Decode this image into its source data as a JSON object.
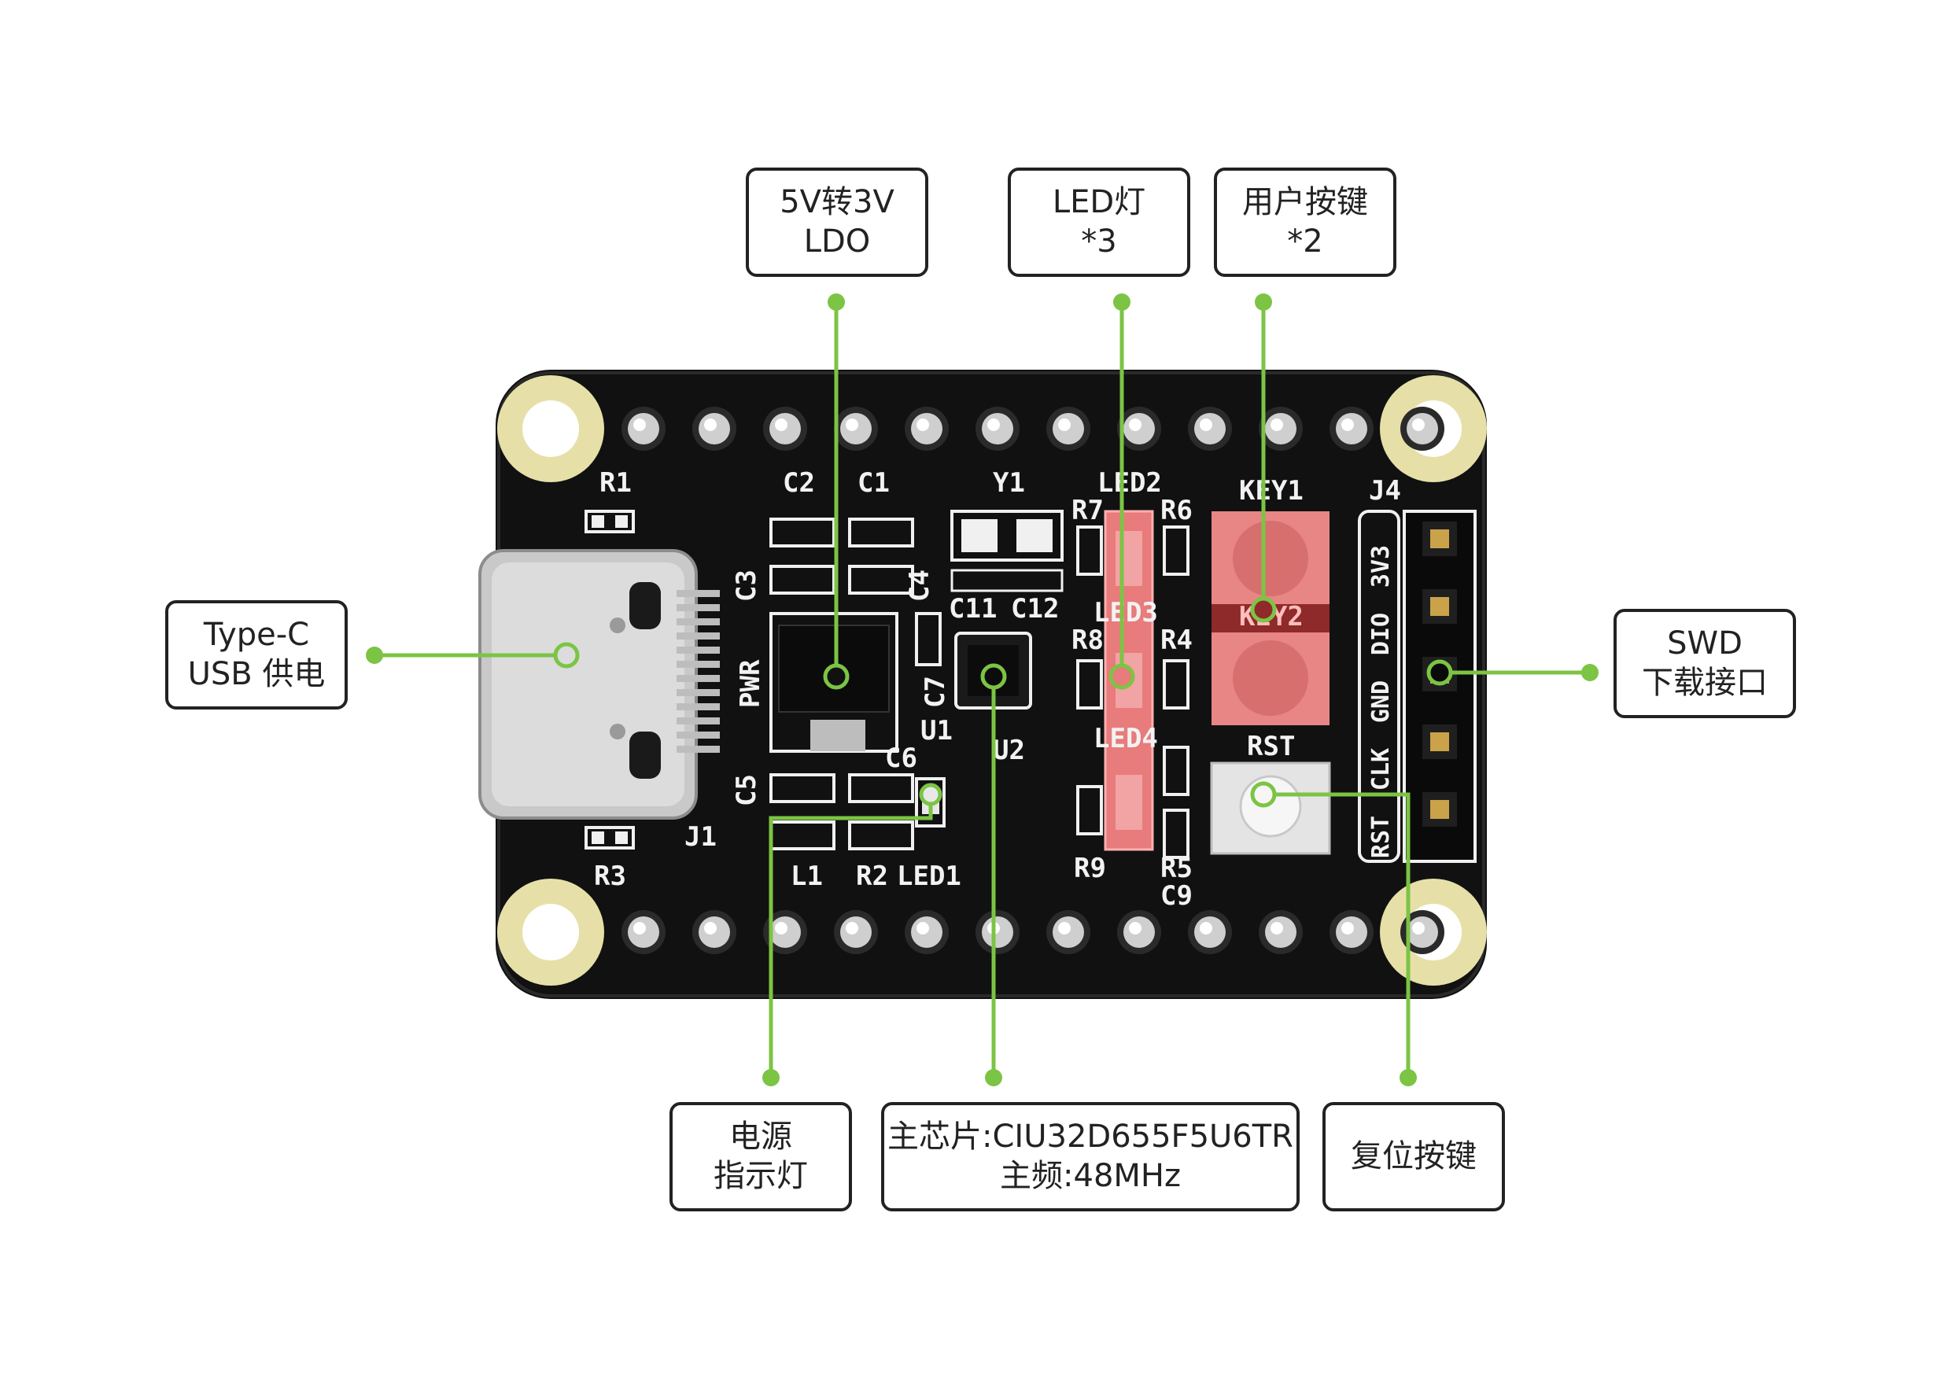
{
  "colors": {
    "callout_line": "#7cc444",
    "callout_border": "#222222",
    "pcb": "#111111",
    "pad": "#e8e2b0"
  },
  "callouts": {
    "ldo": {
      "line1": "5V转3V",
      "line2": "LDO"
    },
    "led": {
      "line1": "LED灯",
      "line2": "*3"
    },
    "keys": {
      "line1": "用户按键",
      "line2": "*2"
    },
    "typec": {
      "line1": "Type-C",
      "line2": "USB 供电"
    },
    "swd": {
      "line1": "SWD",
      "line2": "下载接口"
    },
    "power_led": {
      "line1": "电源",
      "line2": "指示灯"
    },
    "mcu": {
      "line1": "主芯片:CIU32D655F5U6TR",
      "line2": "主频:48MHz"
    },
    "reset": {
      "line1": "复位按键"
    }
  },
  "board": {
    "silkscreen": {
      "R1": "R1",
      "C2": "C2",
      "C1": "C1",
      "Y1": "Y1",
      "LED2": "LED2",
      "R7": "R7",
      "R6": "R6",
      "KEY1": "KEY1",
      "J4": "J4",
      "C3": "C3",
      "C4": "C4",
      "C11": "C11",
      "C12": "C12",
      "LED3": "LED3",
      "R8": "R8",
      "R4": "R4",
      "KEY2": "KEY2",
      "PWR": "PWR",
      "C7": "C7",
      "U1": "U1",
      "U2": "U2",
      "LED4": "LED4",
      "RST": "RST",
      "C5": "C5",
      "C6": "C6",
      "J1": "J1",
      "R3": "R3",
      "L1": "L1",
      "R2": "R2",
      "LED1": "LED1",
      "R9": "R9",
      "R5": "R5",
      "C9": "C9",
      "swd_pins": [
        "3V3",
        "DIO",
        "GND",
        "CLK",
        "RST"
      ]
    }
  }
}
